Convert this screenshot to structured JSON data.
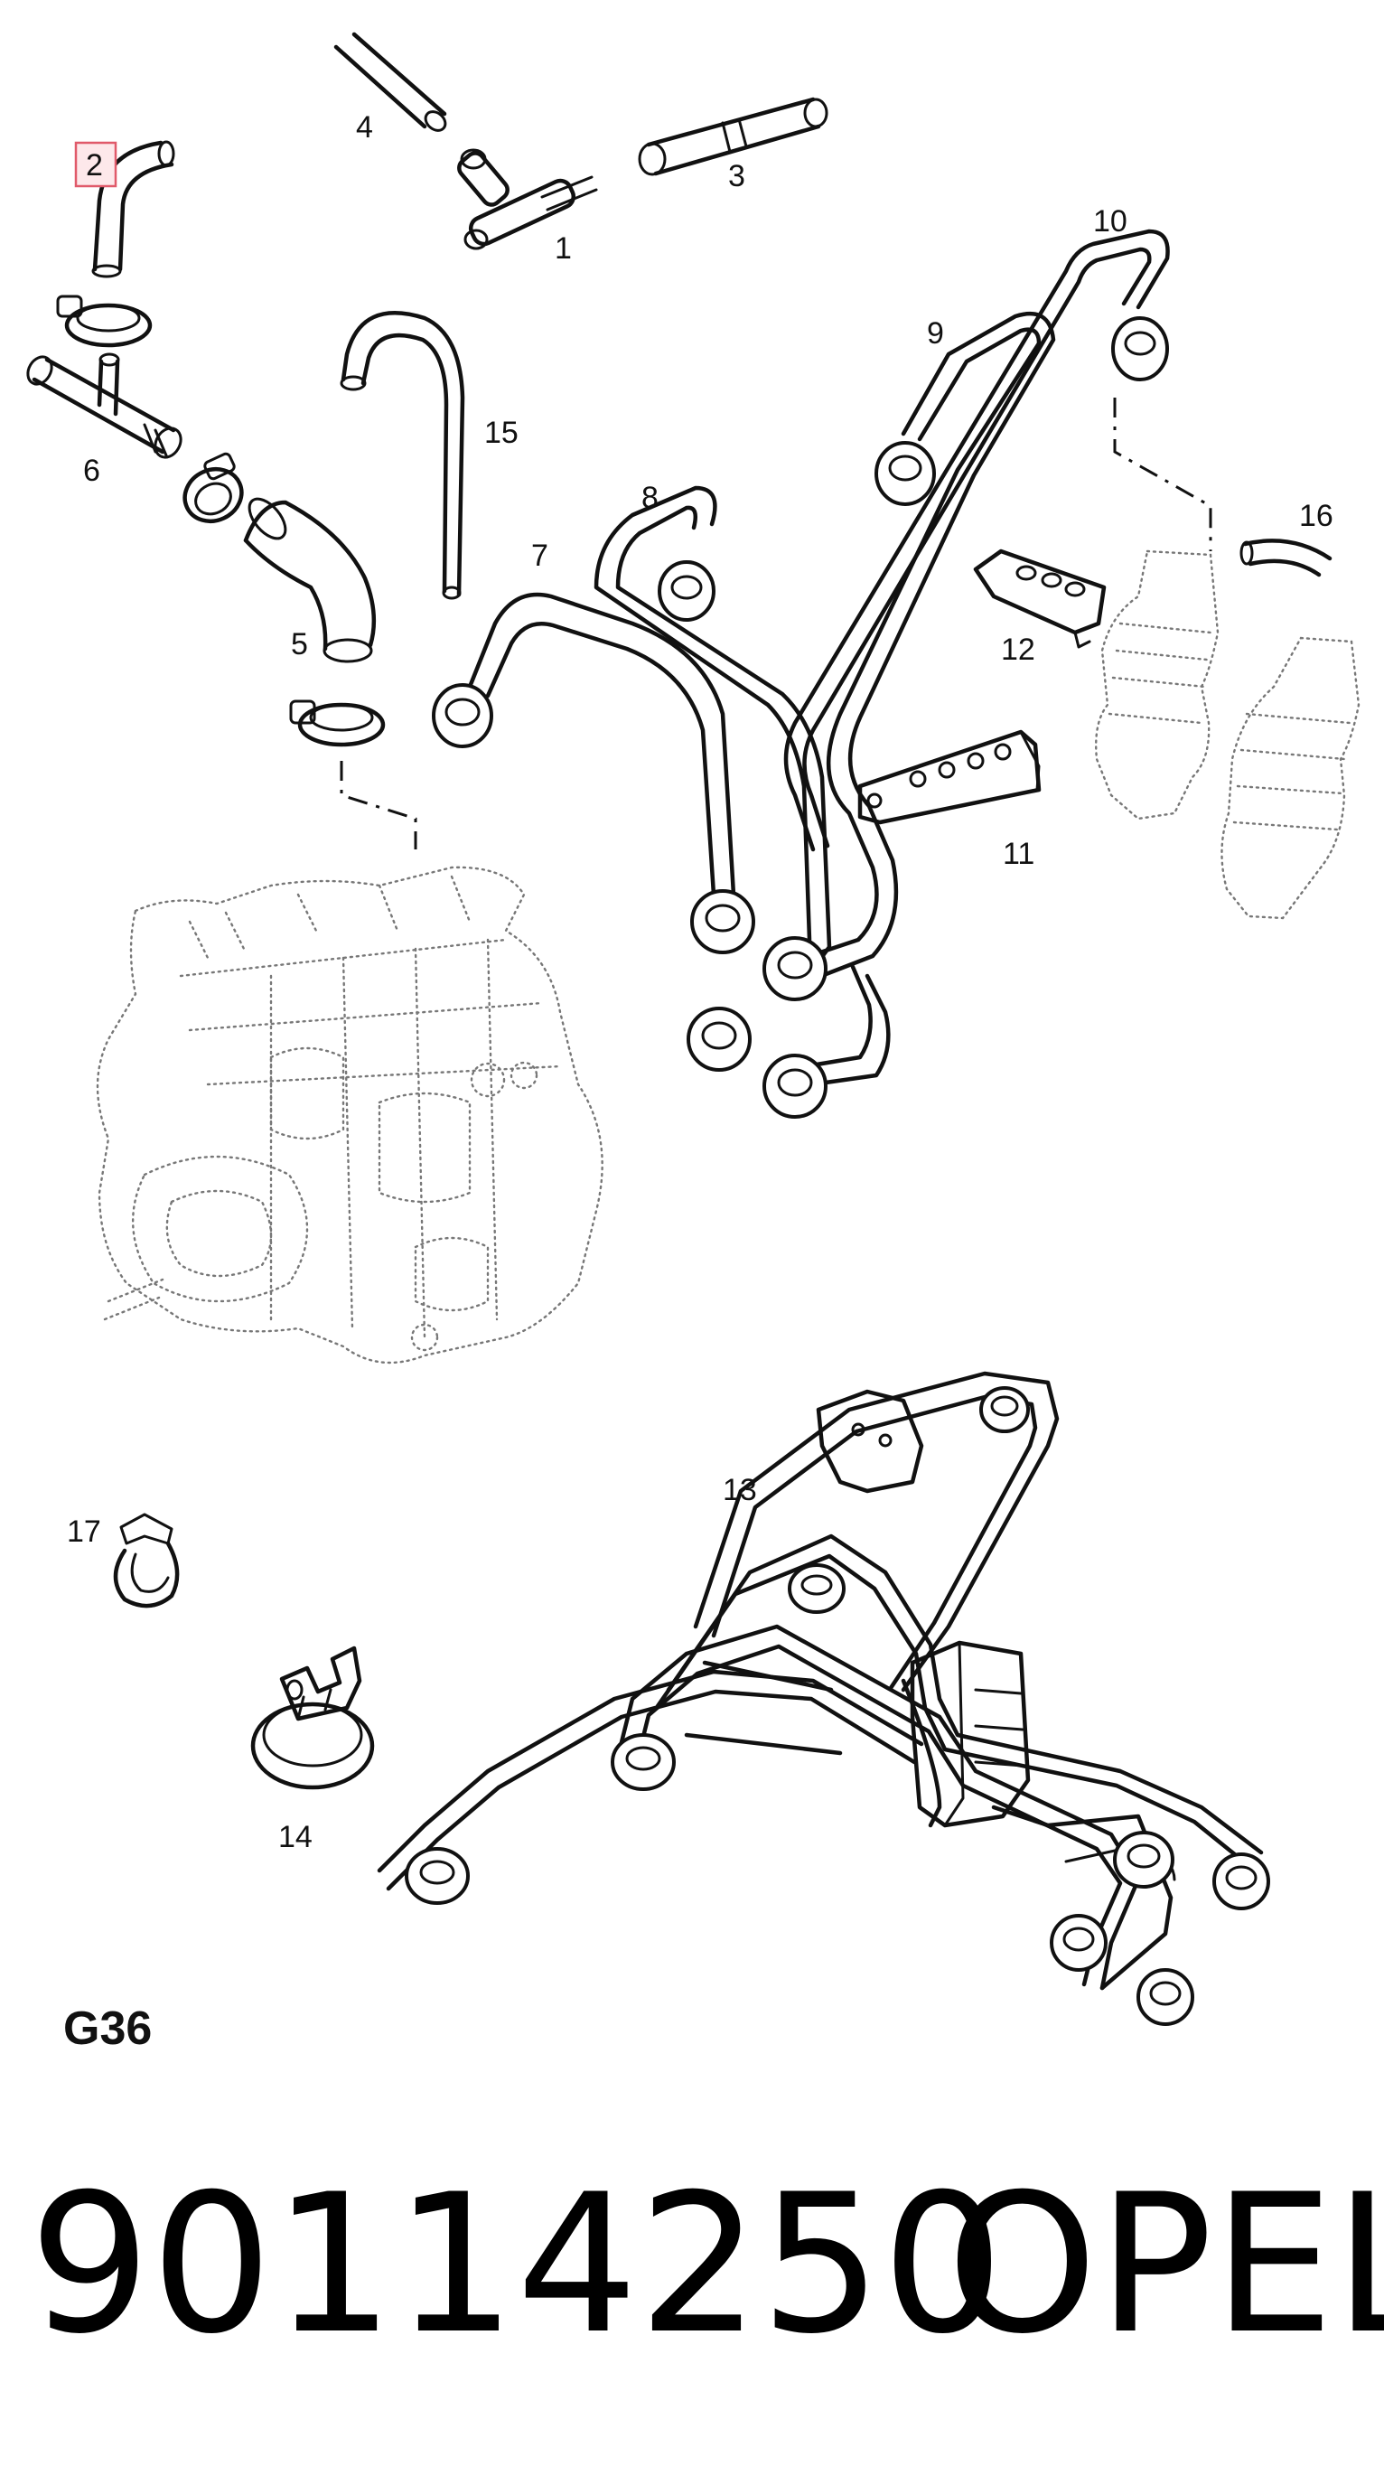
{
  "diagram": {
    "code": "G36",
    "highlighted_callout": "2",
    "callouts": {
      "c1": "1",
      "c2": "2",
      "c3": "3",
      "c4": "4",
      "c5": "5",
      "c6": "6",
      "c7": "7",
      "c8": "8",
      "c9": "9",
      "c10": "10",
      "c11": "11",
      "c12": "12",
      "c13": "13",
      "c14": "14",
      "c15": "15",
      "c16": "16",
      "c17": "17"
    },
    "colors": {
      "line": "#111111",
      "highlight_border": "#e05a6a",
      "highlight_fill": "#fde8ea"
    }
  },
  "footer": {
    "part_number": "90114250",
    "brand": "OPEL"
  }
}
